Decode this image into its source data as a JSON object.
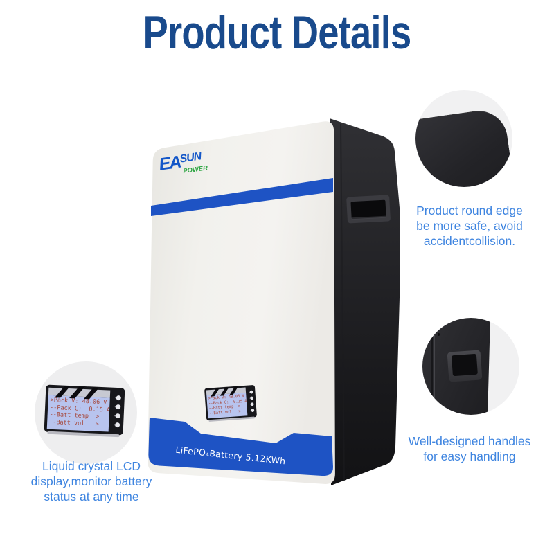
{
  "page": {
    "title": "Product Details",
    "background": "#ffffff",
    "title_color": "#194a8c"
  },
  "colors": {
    "accent_blue": "#1e53c4",
    "callout_text_blue": "#3f85e0",
    "logo_blue": "#1457c8",
    "logo_green": "#28a33e",
    "panel_dark": "#232327",
    "lcd_screen": "#b8c4ee",
    "lcd_text": "#a6473a"
  },
  "battery": {
    "logo": {
      "ea": "EA",
      "sun": "SUN",
      "power": "POWER"
    },
    "band_label": "LiFePO₄Battery 5.12KWh",
    "lcd": {
      "lines": [
        ">Pack V: 48.06 V",
        "--Pack C:- 0.15 A",
        "--Batt temp  >",
        "--Batt vol   >"
      ]
    }
  },
  "callouts": [
    {
      "id": "lcd",
      "text": "Liquid crystal LCD\ndisplay,monitor battery\nstatus at any time"
    },
    {
      "id": "edge",
      "text": "Product round edge\nbe more safe, avoid\naccidentcollision."
    },
    {
      "id": "handle",
      "text": "Well-designed handles\nfor easy handling"
    }
  ]
}
